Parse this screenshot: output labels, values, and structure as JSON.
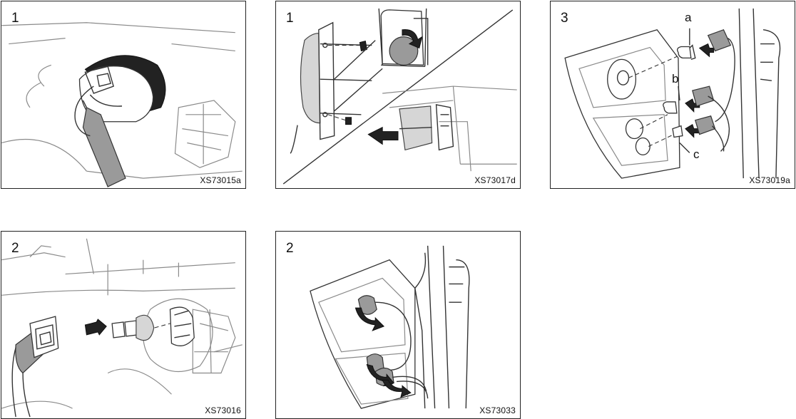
{
  "figures": [
    {
      "step": "1",
      "code": "XS73015a"
    },
    {
      "step": "1",
      "code": "XS73017d"
    },
    {
      "step": "3",
      "code": "XS73019a",
      "callouts": [
        "a",
        "b",
        "c"
      ]
    },
    {
      "step": "2",
      "code": "XS73016"
    },
    {
      "step": "2",
      "code": "XS73033"
    }
  ]
}
